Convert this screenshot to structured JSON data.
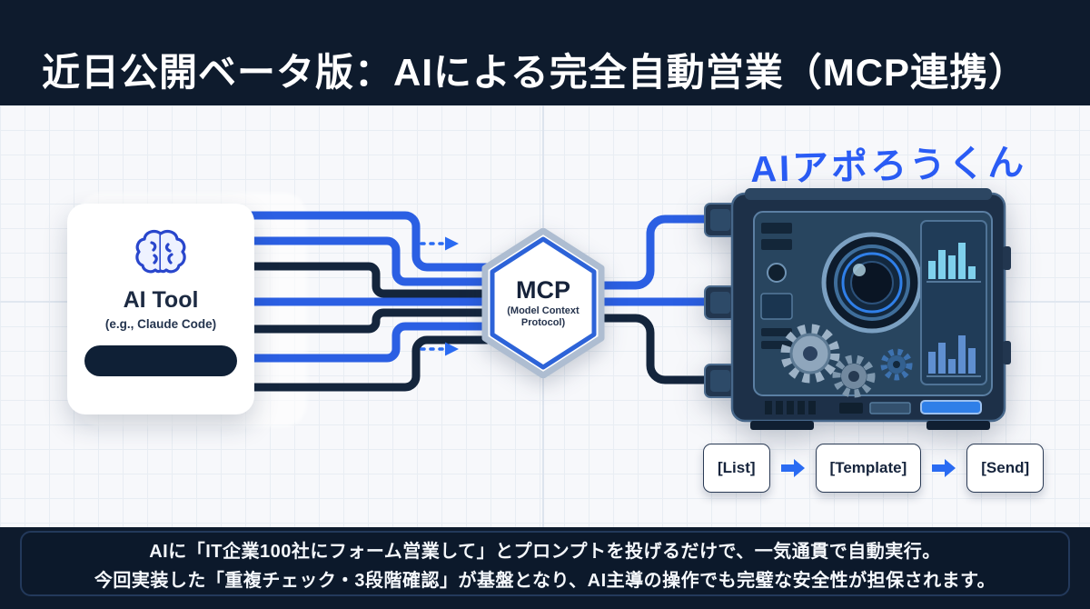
{
  "header": {
    "title": "近日公開ベータ版：AIによる完全自動営業（MCP連携）"
  },
  "ai_tool_card": {
    "title": "AI Tool",
    "subtitle": "(e.g., Claude Code)",
    "icon": "brain-icon"
  },
  "mcp": {
    "title": "MCP",
    "subtitle": "(Model Context Protocol)"
  },
  "machine": {
    "label": "AIアポろうくん"
  },
  "flow_steps": [
    {
      "label": "[List]"
    },
    {
      "label": "[Template]"
    },
    {
      "label": "[Send]"
    }
  ],
  "footer": {
    "line1": "AIに「IT企業100社にフォーム営業して」とプロンプトを投げるだけで、一気通貫で自動実行。",
    "line2": "今回実装した「重複チェック・3段階確認」が基盤となり、AI主導の操作でも完璧な安全性が担保されます。"
  },
  "colors": {
    "background_navy": "#0e1b2d",
    "accent_blue": "#2b5fe3",
    "pipe_dark": "#14253c",
    "machine_label_blue": "#2a5cf5",
    "header_text": "#ffffff"
  }
}
